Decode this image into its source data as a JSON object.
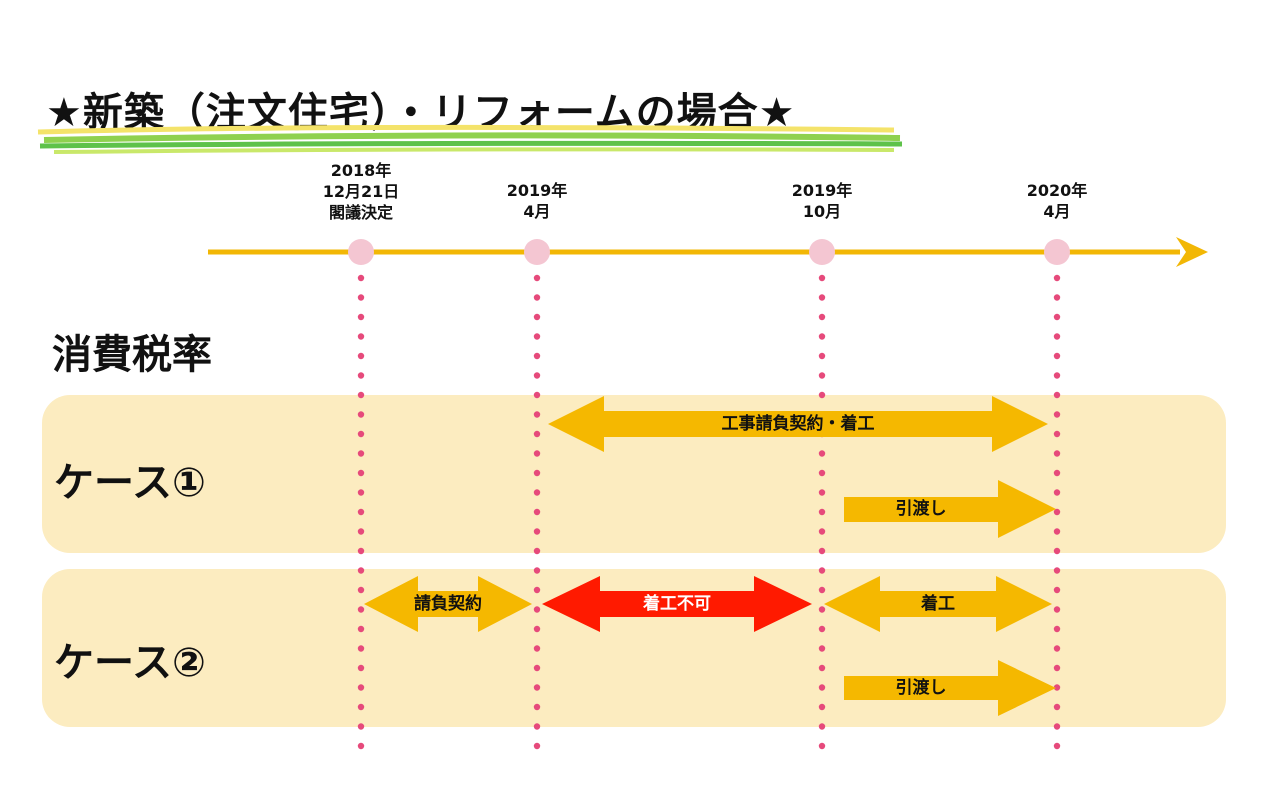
{
  "title": "★新築（注文住宅）・リフォームの場合★",
  "timeline": {
    "points": [
      {
        "lines": [
          "2018年",
          "12月21日",
          "閣議決定"
        ]
      },
      {
        "lines": [
          "2019年",
          "4月"
        ]
      },
      {
        "lines": [
          "2019年",
          "10月"
        ]
      },
      {
        "lines": [
          "2020年",
          "4月"
        ]
      }
    ]
  },
  "section_label": "消費税率",
  "cases": [
    {
      "label": "ケース①",
      "arrows": [
        {
          "label": "工事請負契約・着工",
          "kind": "double",
          "color": "#f5b800"
        },
        {
          "label": "引渡し",
          "kind": "right",
          "color": "#f5b800"
        }
      ]
    },
    {
      "label": "ケース②",
      "arrows": [
        {
          "label": "請負契約",
          "kind": "double",
          "color": "#f5b800"
        },
        {
          "label": "着工不可",
          "kind": "double",
          "color": "#ff1a00"
        },
        {
          "label": "着工",
          "kind": "double",
          "color": "#f5b800"
        },
        {
          "label": "引渡し",
          "kind": "right",
          "color": "#f5b800"
        }
      ]
    }
  ],
  "colors": {
    "timeline": "#f2b705",
    "milestone_dot": "#f4c6d2",
    "dotted_line": "#e64a7b",
    "band": "#fcecc0",
    "arrow_yellow": "#f5b800",
    "arrow_red": "#ff1a00"
  }
}
